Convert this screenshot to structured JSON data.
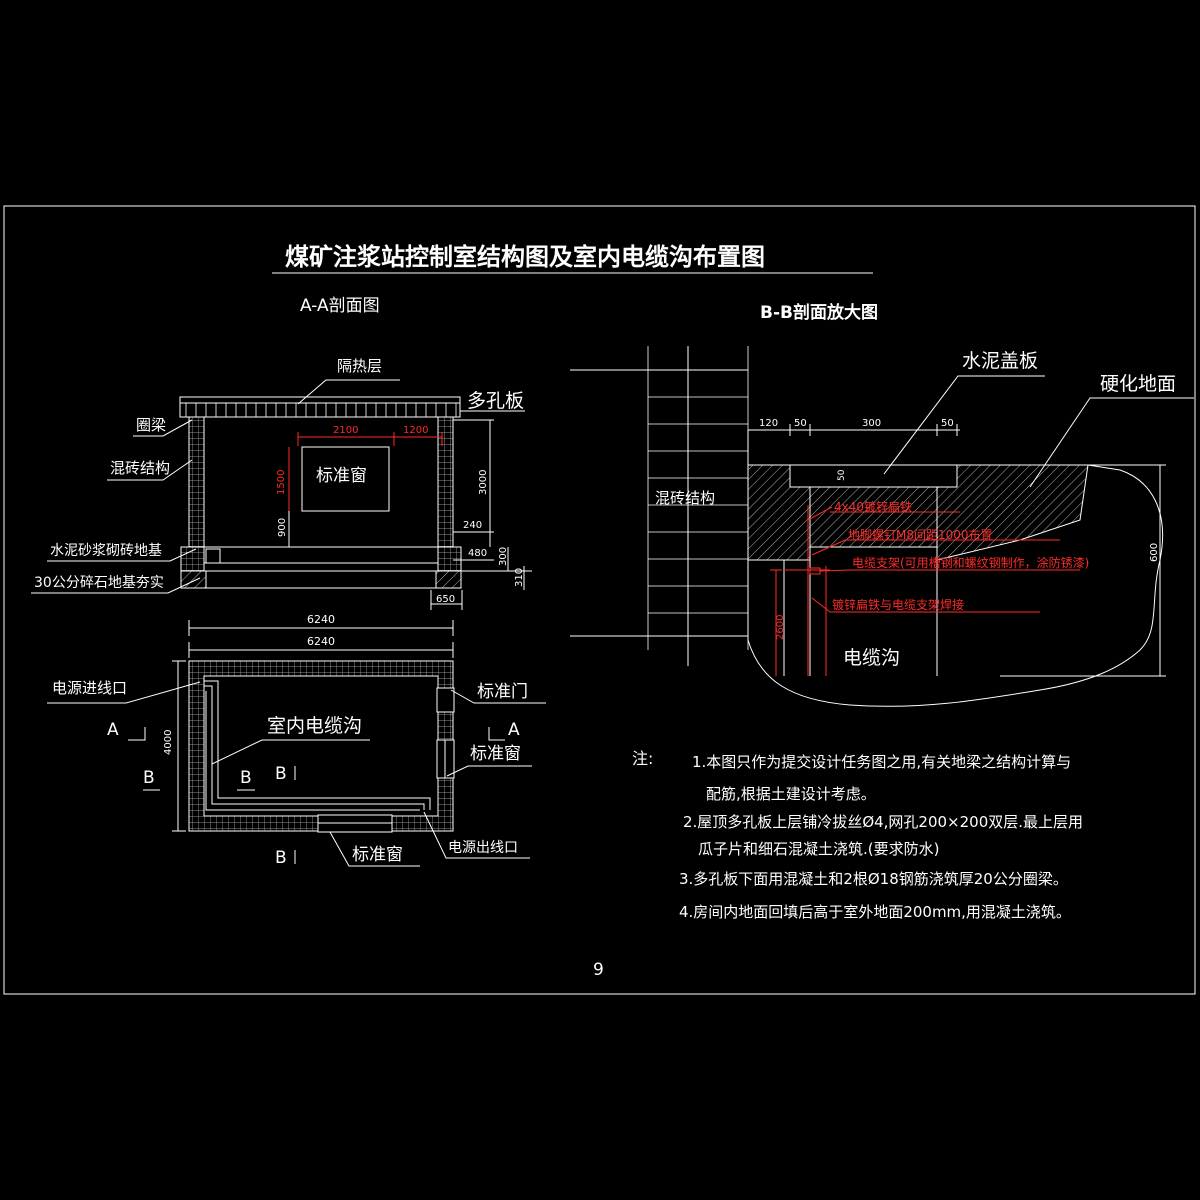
{
  "title": "煤矿注浆站控制室结构图及室内电缆沟布置图",
  "page_number": "9",
  "colors": {
    "background": "#000000",
    "line": "#ffffff",
    "accent_red": "#ff2a2a"
  },
  "section_aa": {
    "heading": "A-A剖面图",
    "labels": {
      "insulation": "隔热层",
      "hollow_slab": "多孔板",
      "ring_beam": "圈梁",
      "brick_structure": "混砖结构",
      "window": "标准窗",
      "foundation": "水泥砂浆砌砖地基",
      "gravel_base": "30公分碎石地基夯实"
    },
    "dims_red": {
      "w1": "2100",
      "w2": "1200",
      "h": "1500"
    },
    "dims_white": {
      "h3000": "3000",
      "h900": "900",
      "d240": "240",
      "d480": "480",
      "d300": "300",
      "d310": "310",
      "d650": "650",
      "width": "6240"
    }
  },
  "plan": {
    "width": "6240",
    "depth": "4000",
    "labels": {
      "power_in": "电源进线口",
      "cable_trench": "室内电缆沟",
      "door": "标准门",
      "window_right": "标准窗",
      "window_bottom": "标准窗",
      "power_out": "电源出线口"
    },
    "markers": {
      "a_left": "A",
      "a_right": "A",
      "b_left": "B",
      "b_mid": "B",
      "b_mid2": "B",
      "b_bottom": "B"
    }
  },
  "section_bb": {
    "heading": "B-B剖面放大图",
    "labels": {
      "cover": "水泥盖板",
      "ground": "硬化地面",
      "brick": "混砖结构",
      "trench": "电缆沟"
    },
    "dims": {
      "d120": "120",
      "d50a": "50",
      "d300": "300",
      "d50b": "50",
      "d50v": "50",
      "d600": "600",
      "d2600": "2600"
    },
    "red_notes": {
      "flat_iron": "4x40镀锌扁铁",
      "anchor": "地脚螺钉M8间距1000布置",
      "bracket": "电缆支架(可用槽钢和螺纹钢制作，涂防锈漆)",
      "weld": "镀锌扁铁与电缆支架焊接"
    }
  },
  "notes": {
    "label": "注:",
    "lines": [
      "1.本图只作为提交设计任务图之用,有关地梁之结构计算与",
      "配筋,根据土建设计考虑。",
      "2.屋顶多孔板上层铺冷拔丝Ø4,网孔200×200双层.最上层用",
      "瓜子片和细石混凝土浇筑.(要求防水)",
      "3.多孔板下面用混凝土和2根Ø18钢筋浇筑厚20公分圈梁。",
      "4.房间内地面回填后高于室外地面200mm,用混凝土浇筑。"
    ]
  }
}
